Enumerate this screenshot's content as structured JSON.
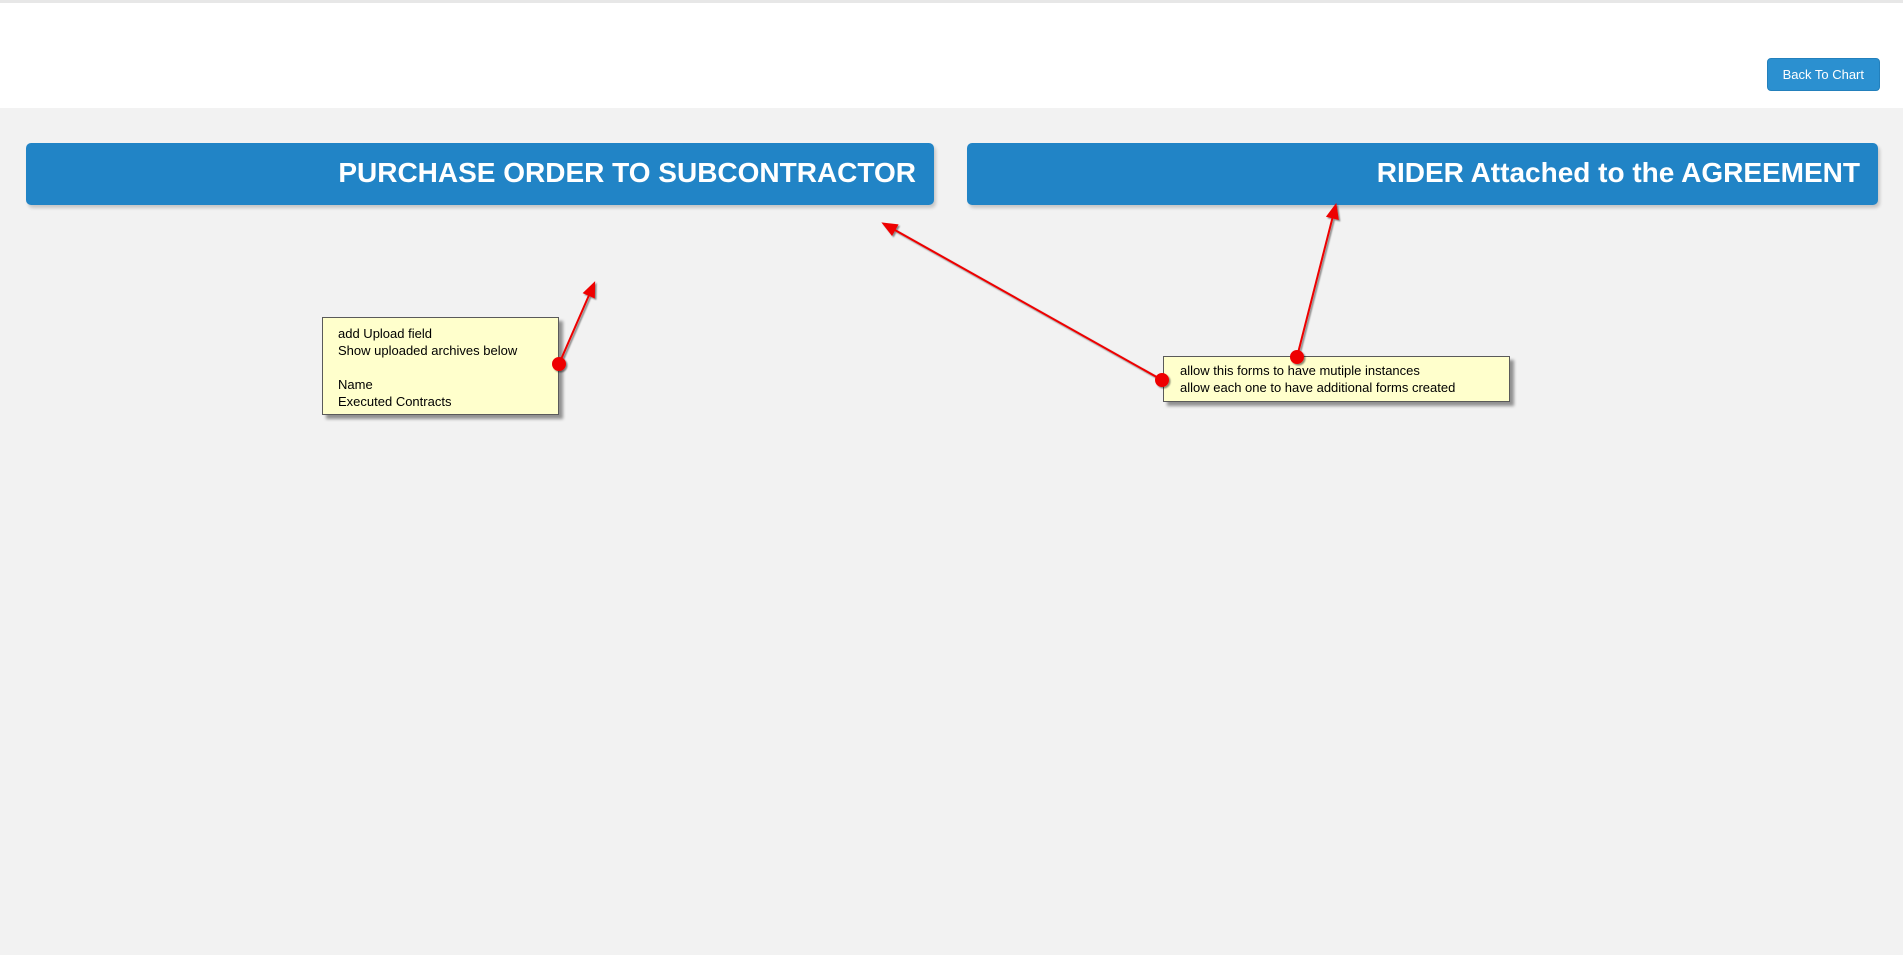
{
  "navbar": {
    "back_button_label": "Back To Chart",
    "background": "#ffffff",
    "button_color": "#2b90d0"
  },
  "mockup": {
    "background": "#f2f2f2",
    "header_color": "#2184c6",
    "headers": [
      {
        "label": "PURCHASE ORDER TO SUBCONTRACTOR"
      },
      {
        "label": "RIDER Attached to the AGREEMENT"
      }
    ]
  },
  "annotations": {
    "note_background": "#ffffcc",
    "arrow_color": "#ee0000",
    "notes": [
      {
        "text": "add Upload field\nShow uploaded archives below\n\nName\nExecuted Contracts"
      },
      {
        "text": "allow this forms to have mutiple instances\nallow each one to have additional forms created"
      }
    ]
  }
}
